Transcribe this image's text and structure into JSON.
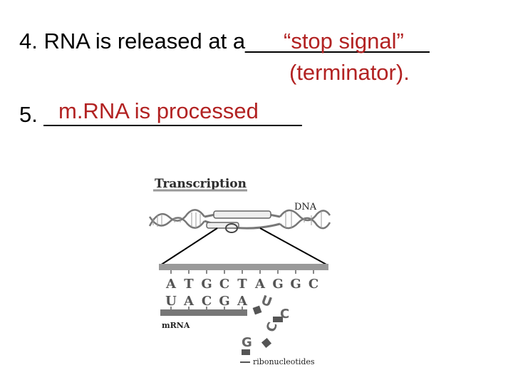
{
  "item4": {
    "prefix": "4. RNA is released at a",
    "blank": "_______________",
    "answer_line1": "“stop signal”",
    "answer_line2": "(terminator)."
  },
  "item5": {
    "prefix": "5. ",
    "blank": "_____________________",
    "answer": "m.RNA is processed"
  },
  "figure": {
    "title": "Transcription",
    "dna_label": "DNA",
    "dna_bases": [
      "A",
      "T",
      "G",
      "C",
      "T",
      "A",
      "G",
      "G",
      "C"
    ],
    "rna_bases": [
      "U",
      "A",
      "C",
      "G",
      "A"
    ],
    "mrna_label": "mRNA",
    "free_nucleotides": [
      "U",
      "C",
      "C",
      "G"
    ],
    "ribonucleotides_label": "ribonucleotides",
    "colors": {
      "answer": "#b22222",
      "strand": "#888888"
    }
  }
}
